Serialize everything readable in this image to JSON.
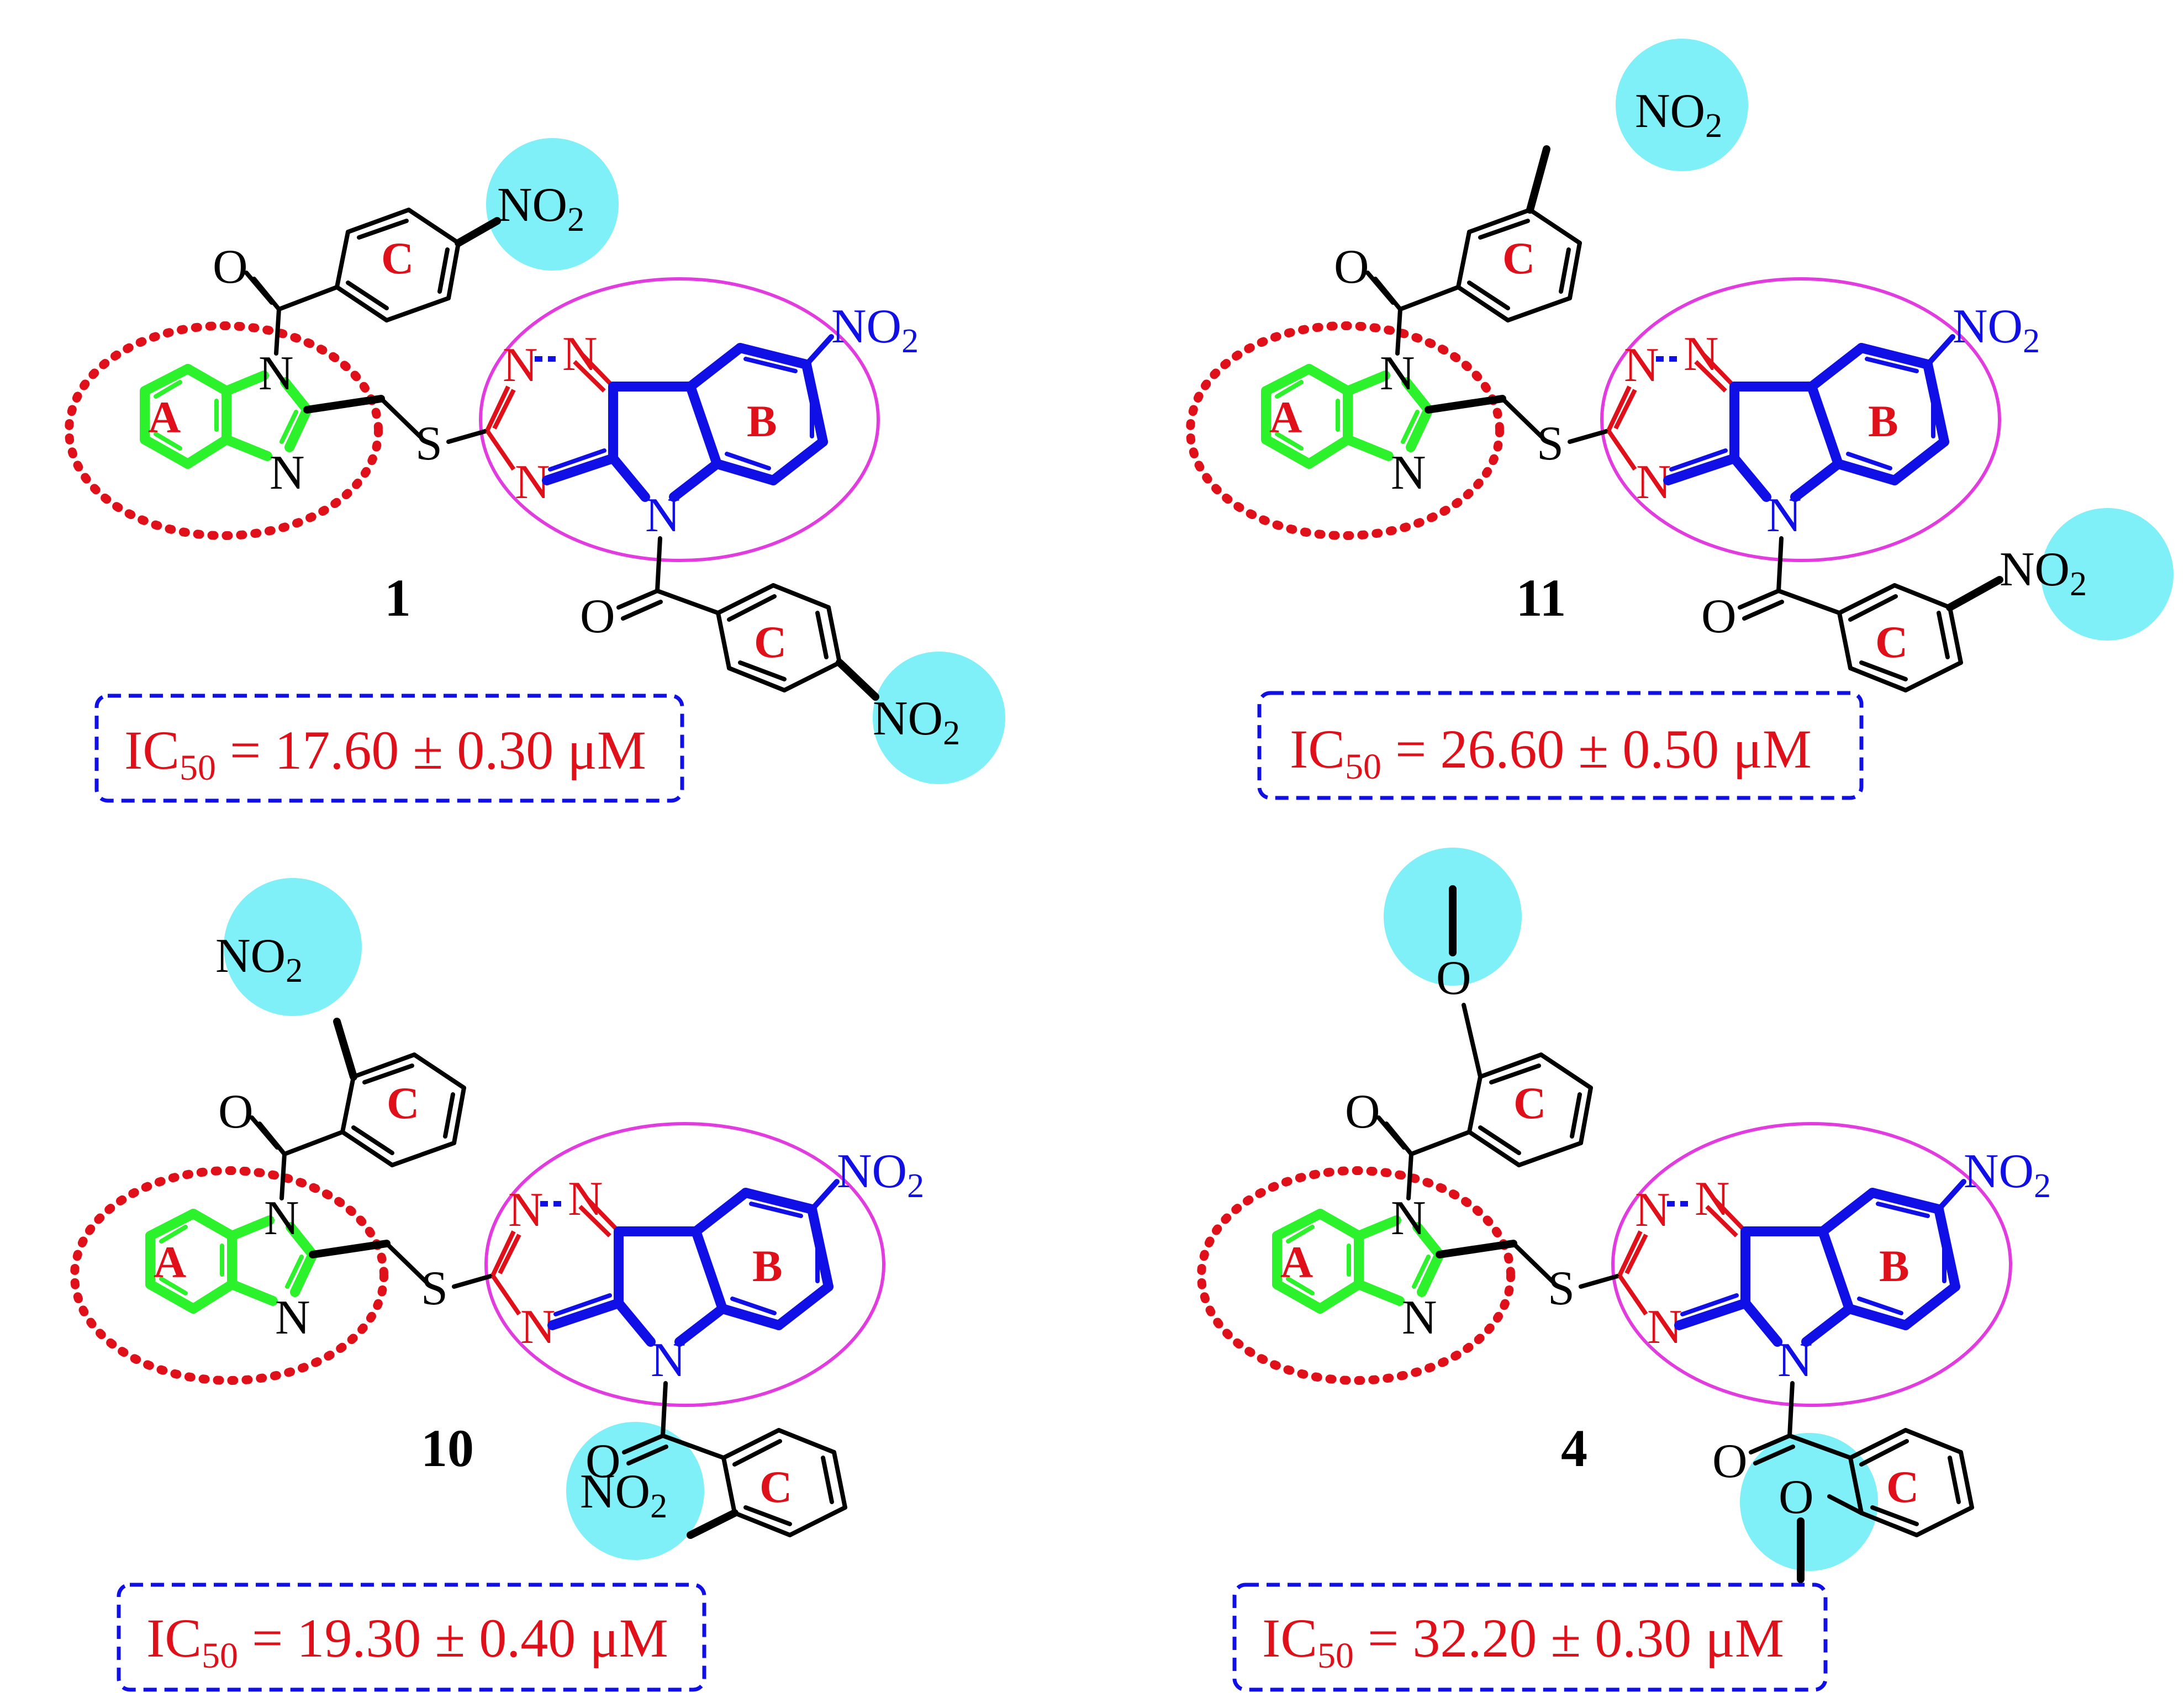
{
  "compounds": [
    {
      "id": "1",
      "ic50": "17.60 ± 0.30 μM",
      "substituent": "NO2"
    },
    {
      "id": "11",
      "ic50": "26.60 ± 0.50 μM",
      "substituent": "NO2"
    },
    {
      "id": "10",
      "ic50": "19.30 ± 0.40 μM",
      "substituent": "NO2"
    },
    {
      "id": "4",
      "ic50": "32.20 ± 0.30 μM",
      "substituent": "O"
    }
  ],
  "labels": {
    "ic_prefix": "IC",
    "ic_sub": "50",
    "equals": " = ",
    "ring_a": "A",
    "ring_b": "B",
    "ring_c": "C",
    "nitro": "NO",
    "nitro_sub": "2",
    "n": "N",
    "s": "S",
    "o": "O"
  },
  "colors": {
    "ring_a": "#2bf22b",
    "ring_b": "#1010e6",
    "triazine": "#e0101a",
    "highlight": "#7ff0f8",
    "oval": "#e23be0"
  }
}
